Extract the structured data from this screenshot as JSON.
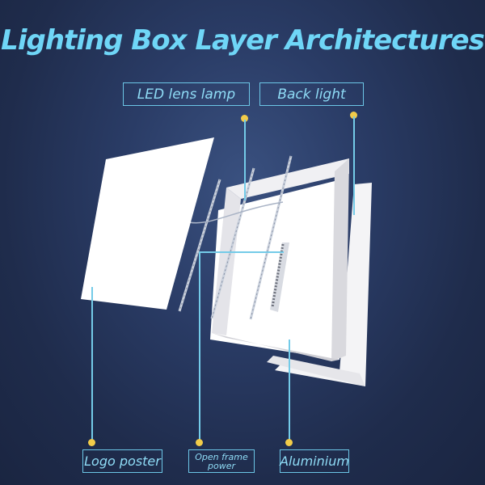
{
  "title": "Lighting Box Layer Architectures",
  "labels": {
    "led_lens_lamp": "LED lens lamp",
    "back_light": "Back light",
    "logo_poster": "Logo poster",
    "open_frame_power_line1": "Open frame",
    "open_frame_power_line2": "power",
    "aluminium": "Aluminium"
  },
  "colors": {
    "title": "#6fd6f7",
    "label_border": "#6cc6e6",
    "connector_dot": "#f2cc49",
    "background": "#2a3c66"
  }
}
